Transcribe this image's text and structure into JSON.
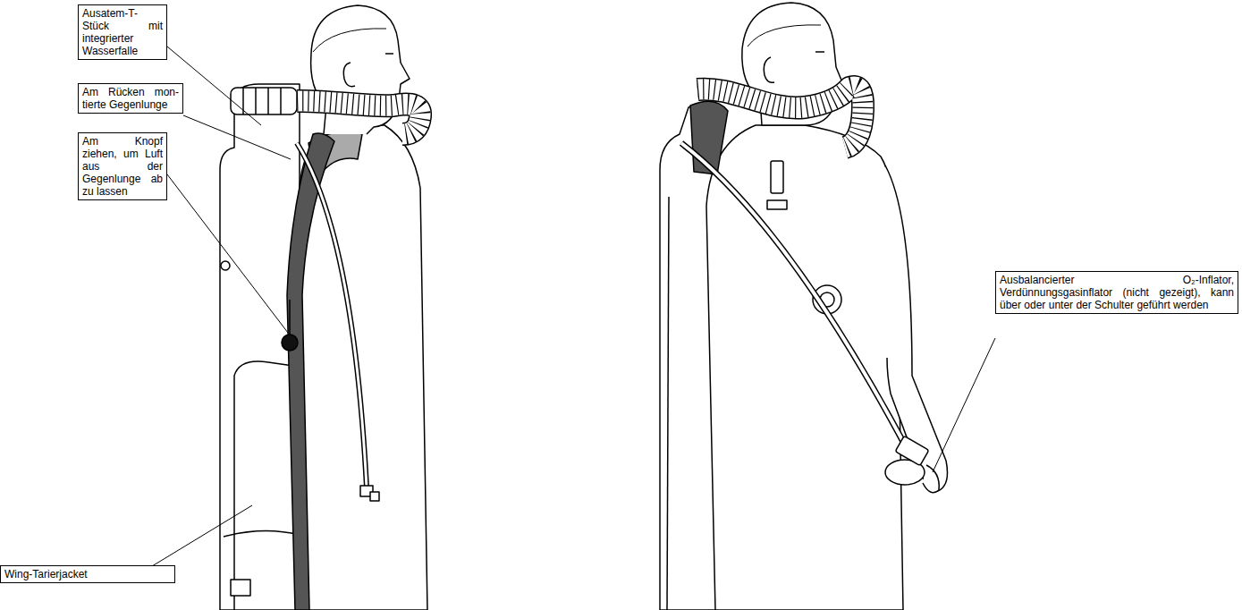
{
  "diagram": {
    "nodes": [
      {
        "text": [
          "Ausatem-T-Stück mit integrierter Wasserfalle"
        ]
      },
      {
        "text": [
          "Am Rücken mon- tierte Gegenlunge"
        ]
      },
      {
        "text": [
          "Am Knopf ziehen, um Luft aus der Gegenlunge ab zu lassen"
        ]
      },
      {
        "text": [
          "Ausbalancierter O₂-Inflator, Verdünnungsgasinflator (nicht gezeigt), kann über oder unter der Schulter geführt werden"
        ]
      },
      {
        "text": [
          "Wing-Tarierjacket"
        ]
      }
    ]
  }
}
